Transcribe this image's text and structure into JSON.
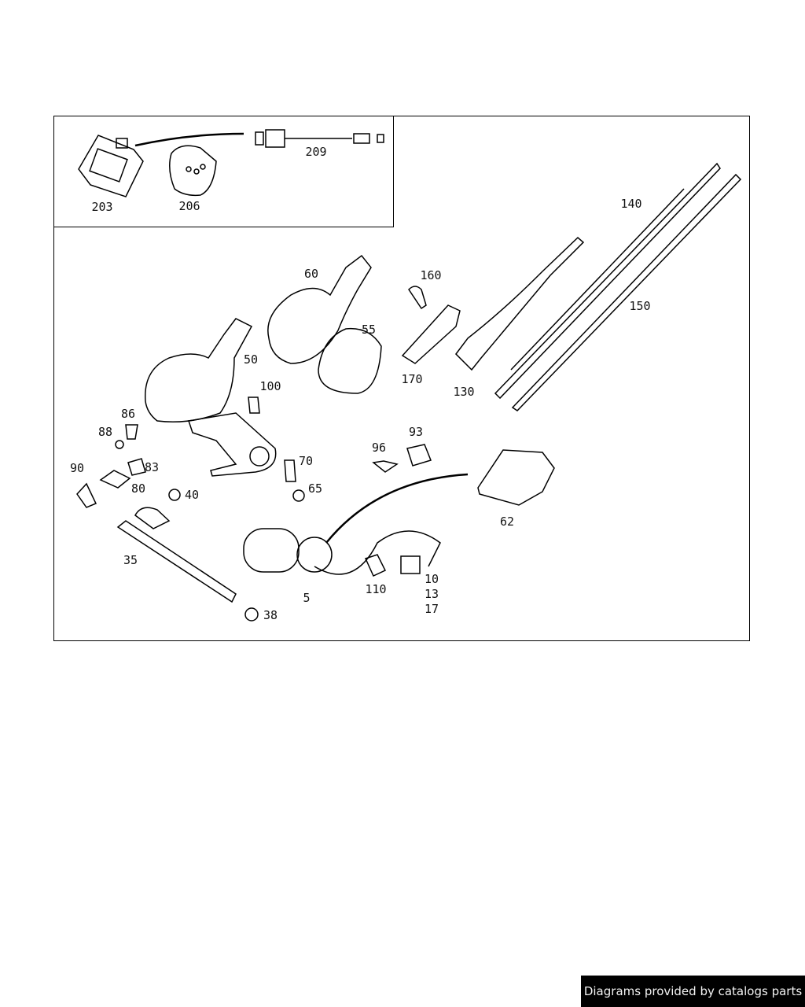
{
  "diagram": {
    "inset_labels": {
      "l203": "203",
      "l206": "206",
      "l209": "209"
    },
    "labels": {
      "l140": "140",
      "l60": "60",
      "l160": "160",
      "l55": "55",
      "l150": "150",
      "l50": "50",
      "l170": "170",
      "l130": "130",
      "l100": "100",
      "l86": "86",
      "l88": "88",
      "l93": "93",
      "l96": "96",
      "l70": "70",
      "l83": "83",
      "l90": "90",
      "l80": "80",
      "l65": "65",
      "l40": "40",
      "l62": "62",
      "l35": "35",
      "l10": "10",
      "l110": "110",
      "l5": "5",
      "l13": "13",
      "l17": "17",
      "l38": "38"
    }
  },
  "credit": "Diagrams provided by catalogs parts"
}
